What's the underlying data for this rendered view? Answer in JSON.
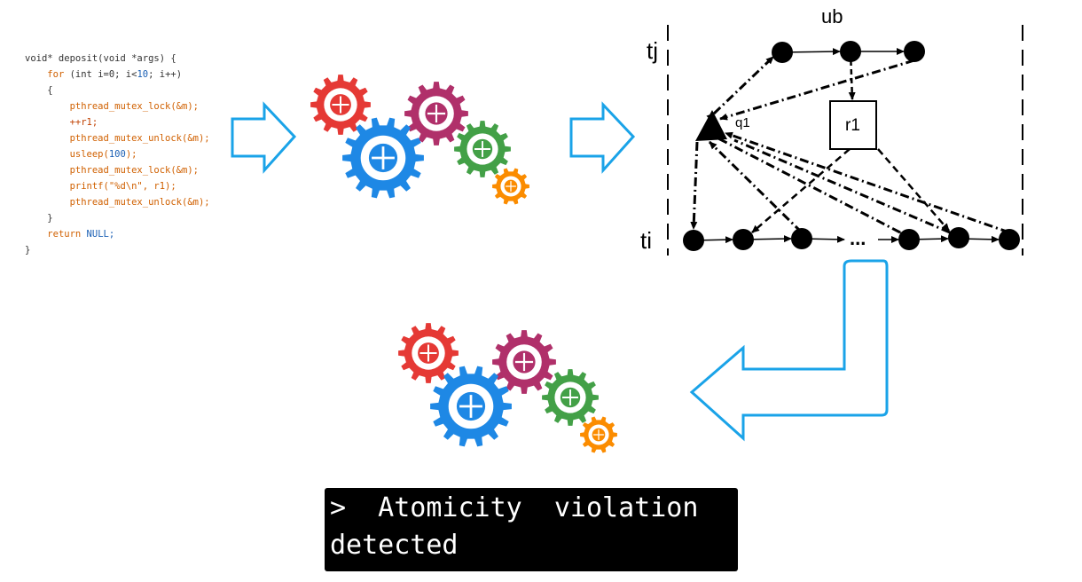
{
  "code": {
    "l1": "void* deposit(void *args) {",
    "l2_kw": "for",
    "l2_a": " (int i=0; i<",
    "l2_num": "10",
    "l2_b": "; i++)",
    "l3": "{",
    "l4": "pthread_mutex_lock(&m);",
    "l5": "++r1;",
    "l6": "pthread_mutex_unlock(&m);",
    "l7_fn": "usleep(",
    "l7_num": "100",
    "l7_end": ");",
    "l8": "pthread_mutex_lock(&m);",
    "l9": "printf(\"%d\\n\", r1);",
    "l10": "pthread_mutex_unlock(&m);",
    "l11": "}",
    "l12_kw": "return",
    "l12_val": " NULL;",
    "l13": "}"
  },
  "graph": {
    "label_ub": "ub",
    "label_tj": "tj",
    "label_ti": "ti",
    "label_q1": "q1",
    "label_r1": "r1",
    "ellipsis": "..."
  },
  "terminal": {
    "line1": ">  Atomicity  violation",
    "line2": "detected"
  },
  "colors": {
    "arrow_outline": "#1aa3e8",
    "gear_red": "#e53935",
    "gear_blue": "#1e88e5",
    "gear_purple": "#b0306a",
    "gear_green": "#43a047",
    "gear_orange": "#fb8c00"
  }
}
